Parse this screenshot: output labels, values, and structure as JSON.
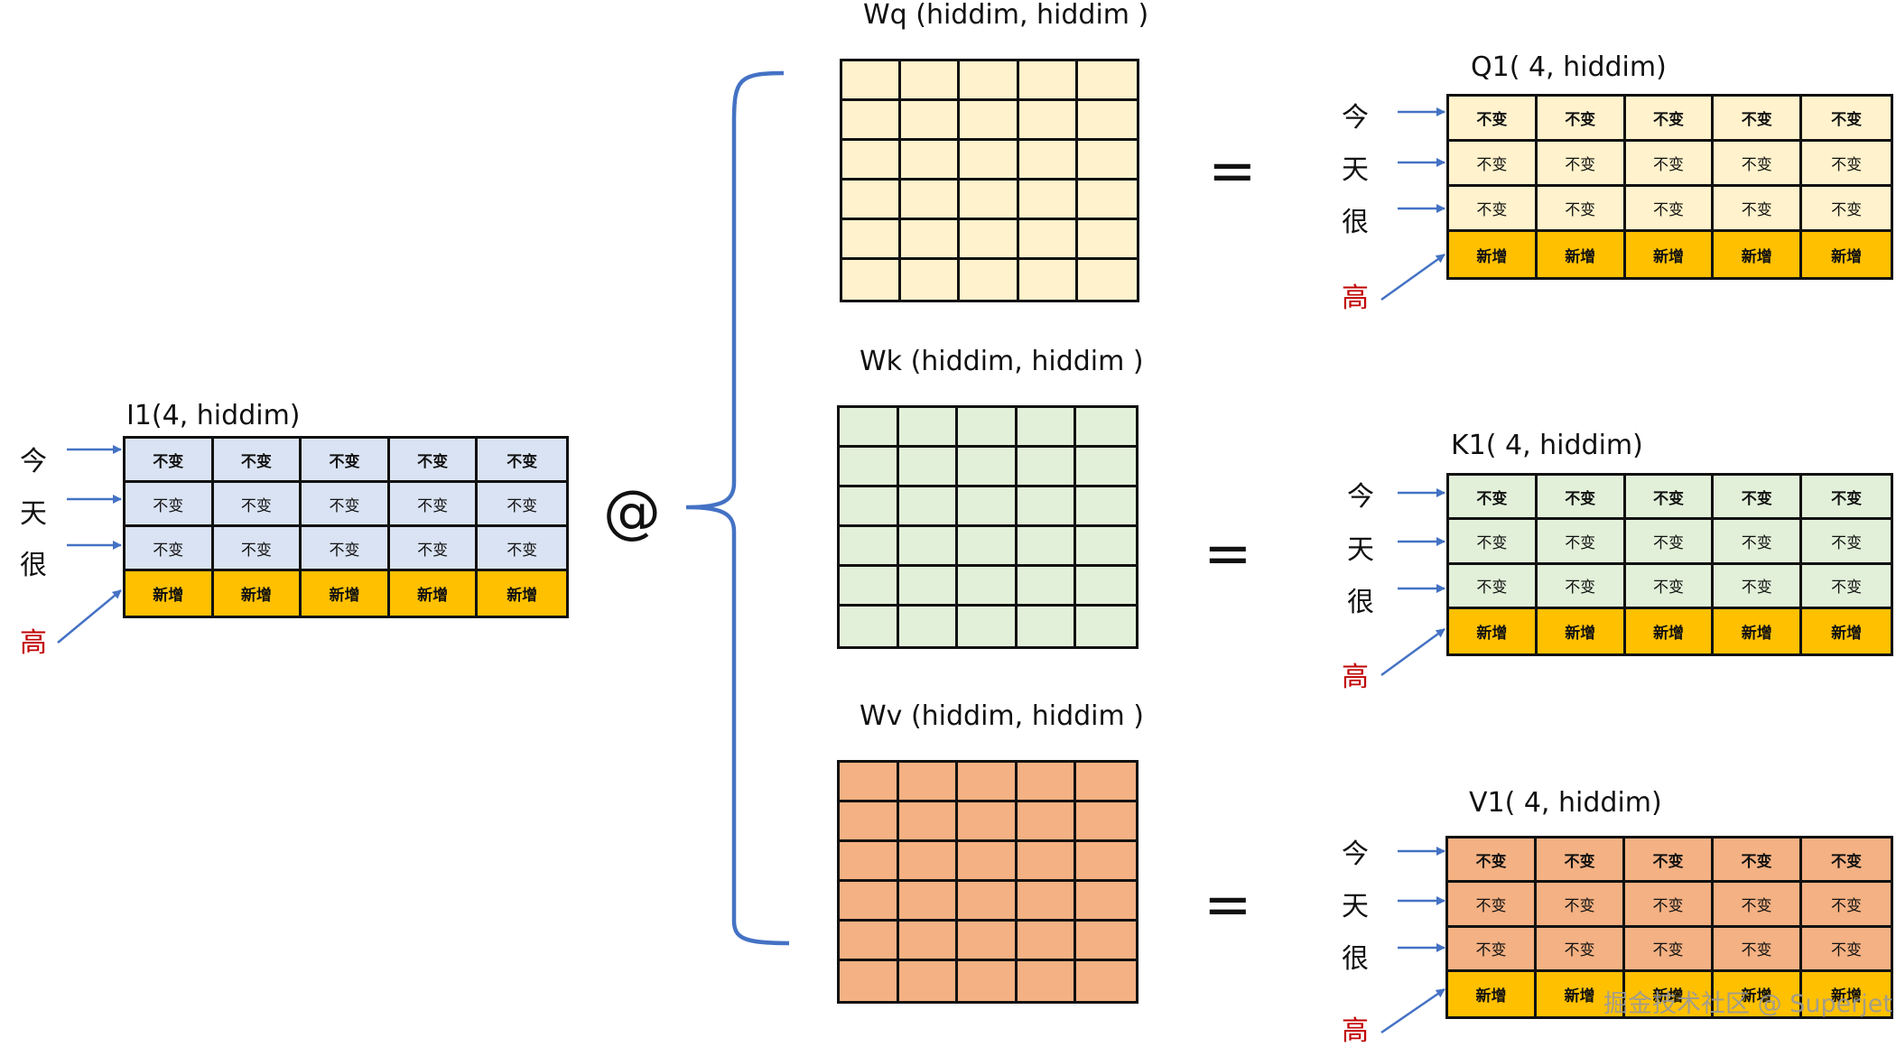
{
  "colors": {
    "input_fill": "#dae3f3",
    "q_fill": "#fff2cc",
    "k_fill": "#e2f0d9",
    "v_fill": "#f4b183",
    "new_row_fill": "#ffc000",
    "arrow": "#4472c4",
    "new_token": "#c00000"
  },
  "tokens": [
    "今",
    "天",
    "很",
    "高"
  ],
  "cell_texts": {
    "unchanged": "不变",
    "added": "新增"
  },
  "input": {
    "title": "I1(4, hiddim)"
  },
  "weights": {
    "wq": {
      "title": "Wq (hiddim, hiddim )"
    },
    "wk": {
      "title": "Wk (hiddim, hiddim )"
    },
    "wv": {
      "title": "Wv (hiddim, hiddim )"
    }
  },
  "outputs": {
    "q": {
      "title": "Q1( 4, hiddim)"
    },
    "k": {
      "title": "K1( 4, hiddim)"
    },
    "v": {
      "title": "V1( 4, hiddim)"
    }
  },
  "operators": {
    "matmul": "@",
    "equals": "="
  },
  "watermark": "掘金技术社区 @ Superjet"
}
